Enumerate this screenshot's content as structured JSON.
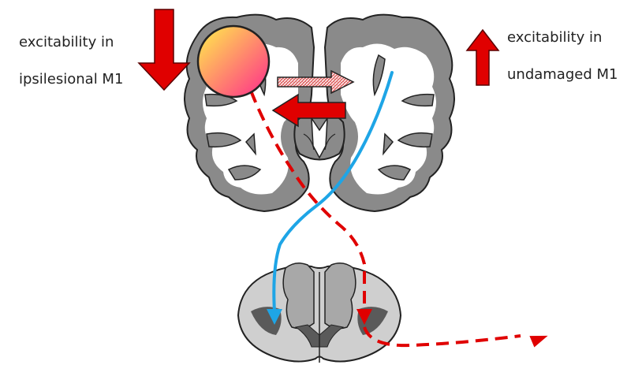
{
  "labels": {
    "left_line1": "excitability in",
    "left_line2": "ipsilesional M1",
    "right_line1": "excitability in",
    "right_line2": "undamaged M1"
  },
  "colors": {
    "brain_fill": "#8a8a8a",
    "brain_outline": "#222222",
    "white_matter": "#ffffff",
    "spinal_light": "#c4c4c4",
    "spinal_dark": "#5a5a5a",
    "red": "#e00000",
    "blue": "#1ea5e6",
    "lesion_start": "#fff14a",
    "lesion_end": "#ff2a8c"
  },
  "icons": {
    "down_arrow": "decrease-arrow-icon",
    "up_arrow": "increase-arrow-icon",
    "lesion": "lesion-circle",
    "right_arrow": "interhemispheric-arrow-right",
    "left_arrow": "interhemispheric-arrow-left"
  }
}
